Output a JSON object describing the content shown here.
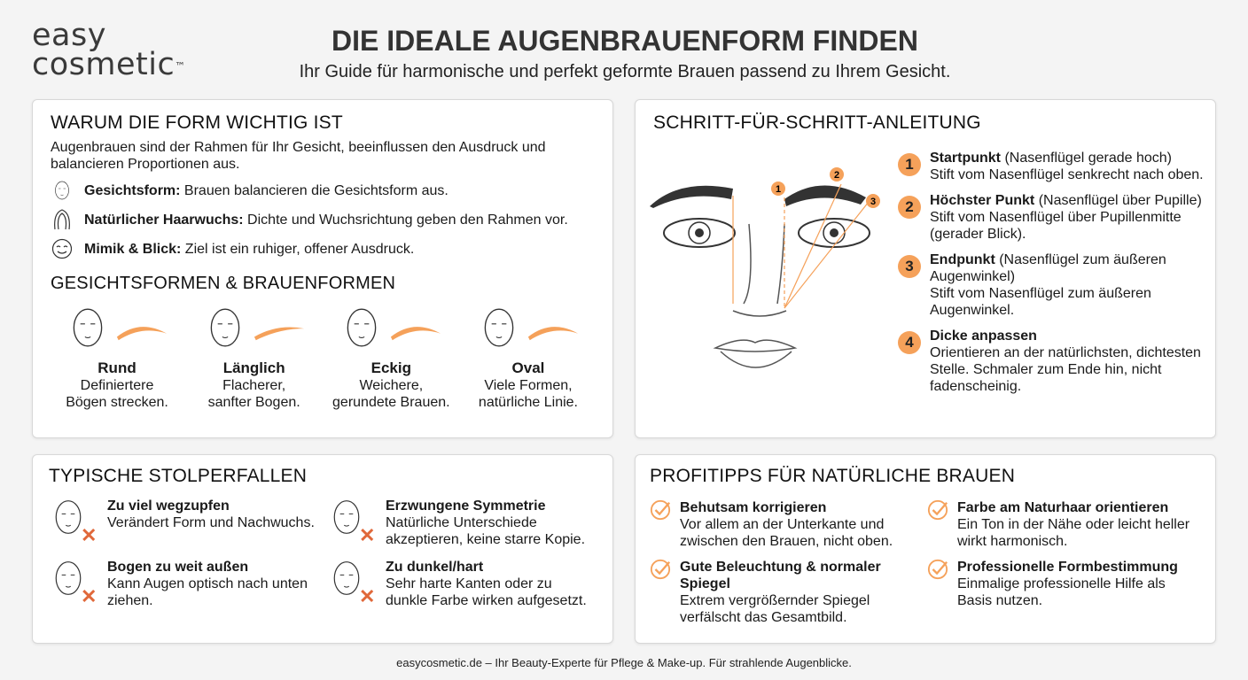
{
  "logo": {
    "line1": "easy",
    "line2": "cosmetic",
    "tm": "™"
  },
  "header": {
    "title": "DIE IDEALE AUGENBRAUENFORM FINDEN",
    "subtitle": "Ihr Guide für harmonische und perfekt geformte Brauen passend zu Ihrem Gesicht."
  },
  "why": {
    "title": "WARUM DIE FORM WICHTIG IST",
    "intro": "Augenbrauen sind der Rahmen für Ihr Gesicht, beeinflussen den Ausdruck und balancieren Proportionen aus.",
    "items": [
      {
        "icon": "face-outline-icon",
        "label": "Gesichtsform:",
        "text": " Brauen balancieren die Gesichtsform aus."
      },
      {
        "icon": "hair-outline-icon",
        "label": "Natürlicher Haarwuchs:",
        "text": " Dichte und Wuchsrichtung geben den Rahmen vor."
      },
      {
        "icon": "smile-icon",
        "label": "Mimik & Blick:",
        "text": " Ziel ist ein ruhiger, offener Ausdruck."
      }
    ]
  },
  "shapes": {
    "title": "GESICHTSFORMEN & BRAUENFORMEN",
    "items": [
      {
        "name": "Rund",
        "line1": "Definiertere",
        "line2": "Bögen strecken."
      },
      {
        "name": "Länglich",
        "line1": "Flacherer,",
        "line2": "sanfter Bogen."
      },
      {
        "name": "Eckig",
        "line1": "Weichere,",
        "line2": "gerundete Brauen."
      },
      {
        "name": "Oval",
        "line1": "Viele Formen,",
        "line2": "natürliche Linie."
      }
    ]
  },
  "steps": {
    "title": "SCHRITT-FÜR-SCHRITT-ANLEITUNG",
    "items": [
      {
        "n": "1",
        "label": "Startpunkt",
        "paren": " (Nasenflügel gerade hoch)",
        "text": "Stift vom Nasenflügel senkrecht nach oben."
      },
      {
        "n": "2",
        "label": "Höchster Punkt",
        "paren": " (Nasenflügel über Pupille)",
        "text": "Stift vom Nasenflügel über Pupillenmitte (gerader Blick)."
      },
      {
        "n": "3",
        "label": "Endpunkt",
        "paren": " (Nasenflügel zum äußeren Augenwinkel)",
        "text": "Stift vom Nasenflügel zum äußeren Augenwinkel."
      },
      {
        "n": "4",
        "label": "Dicke anpassen",
        "paren": "",
        "text": "Orientieren an der natürlichsten, dichtesten Stelle. Schmaler zum Ende hin, nicht fadenscheinig."
      }
    ]
  },
  "pitfalls": {
    "title": "TYPISCHE STOLPERFALLEN",
    "items": [
      {
        "label": "Zu viel wegzupfen",
        "text": "Verändert Form und Nachwuchs."
      },
      {
        "label": "Erzwungene Symmetrie",
        "text": "Natürliche Unterschiede akzeptieren, keine starre Kopie."
      },
      {
        "label": "Bogen zu weit außen",
        "text": "Kann Augen optisch nach unten ziehen."
      },
      {
        "label": "Zu dunkel/hart",
        "text": "Sehr harte Kanten oder zu dunkle Farbe wirken aufgesetzt."
      }
    ]
  },
  "tips": {
    "title": "PROFITIPPS FÜR NATÜRLICHE BRAUEN",
    "items": [
      {
        "label": "Behutsam korrigieren",
        "text": "Vor allem an der Unterkante und zwischen den Brauen, nicht oben."
      },
      {
        "label": "Farbe am Naturhaar orientieren",
        "text": "Ein Ton in der Nähe oder leicht heller wirkt harmonisch."
      },
      {
        "label": "Gute Beleuchtung & normaler Spiegel",
        "text": "Extrem vergrößernder Spiegel verfälscht das Gesamtbild."
      },
      {
        "label": "Professionelle Formbestimmung",
        "text": "Einmalige professionelle Hilfe als Basis nutzen."
      }
    ]
  },
  "footer": "easycosmetic.de – Ihr Beauty-Experte für Pflege & Make-up. Für strahlende Augenblicke.",
  "colors": {
    "accent": "#f5a15a",
    "text": "#1a1a1a",
    "cross": "#e0683a"
  }
}
